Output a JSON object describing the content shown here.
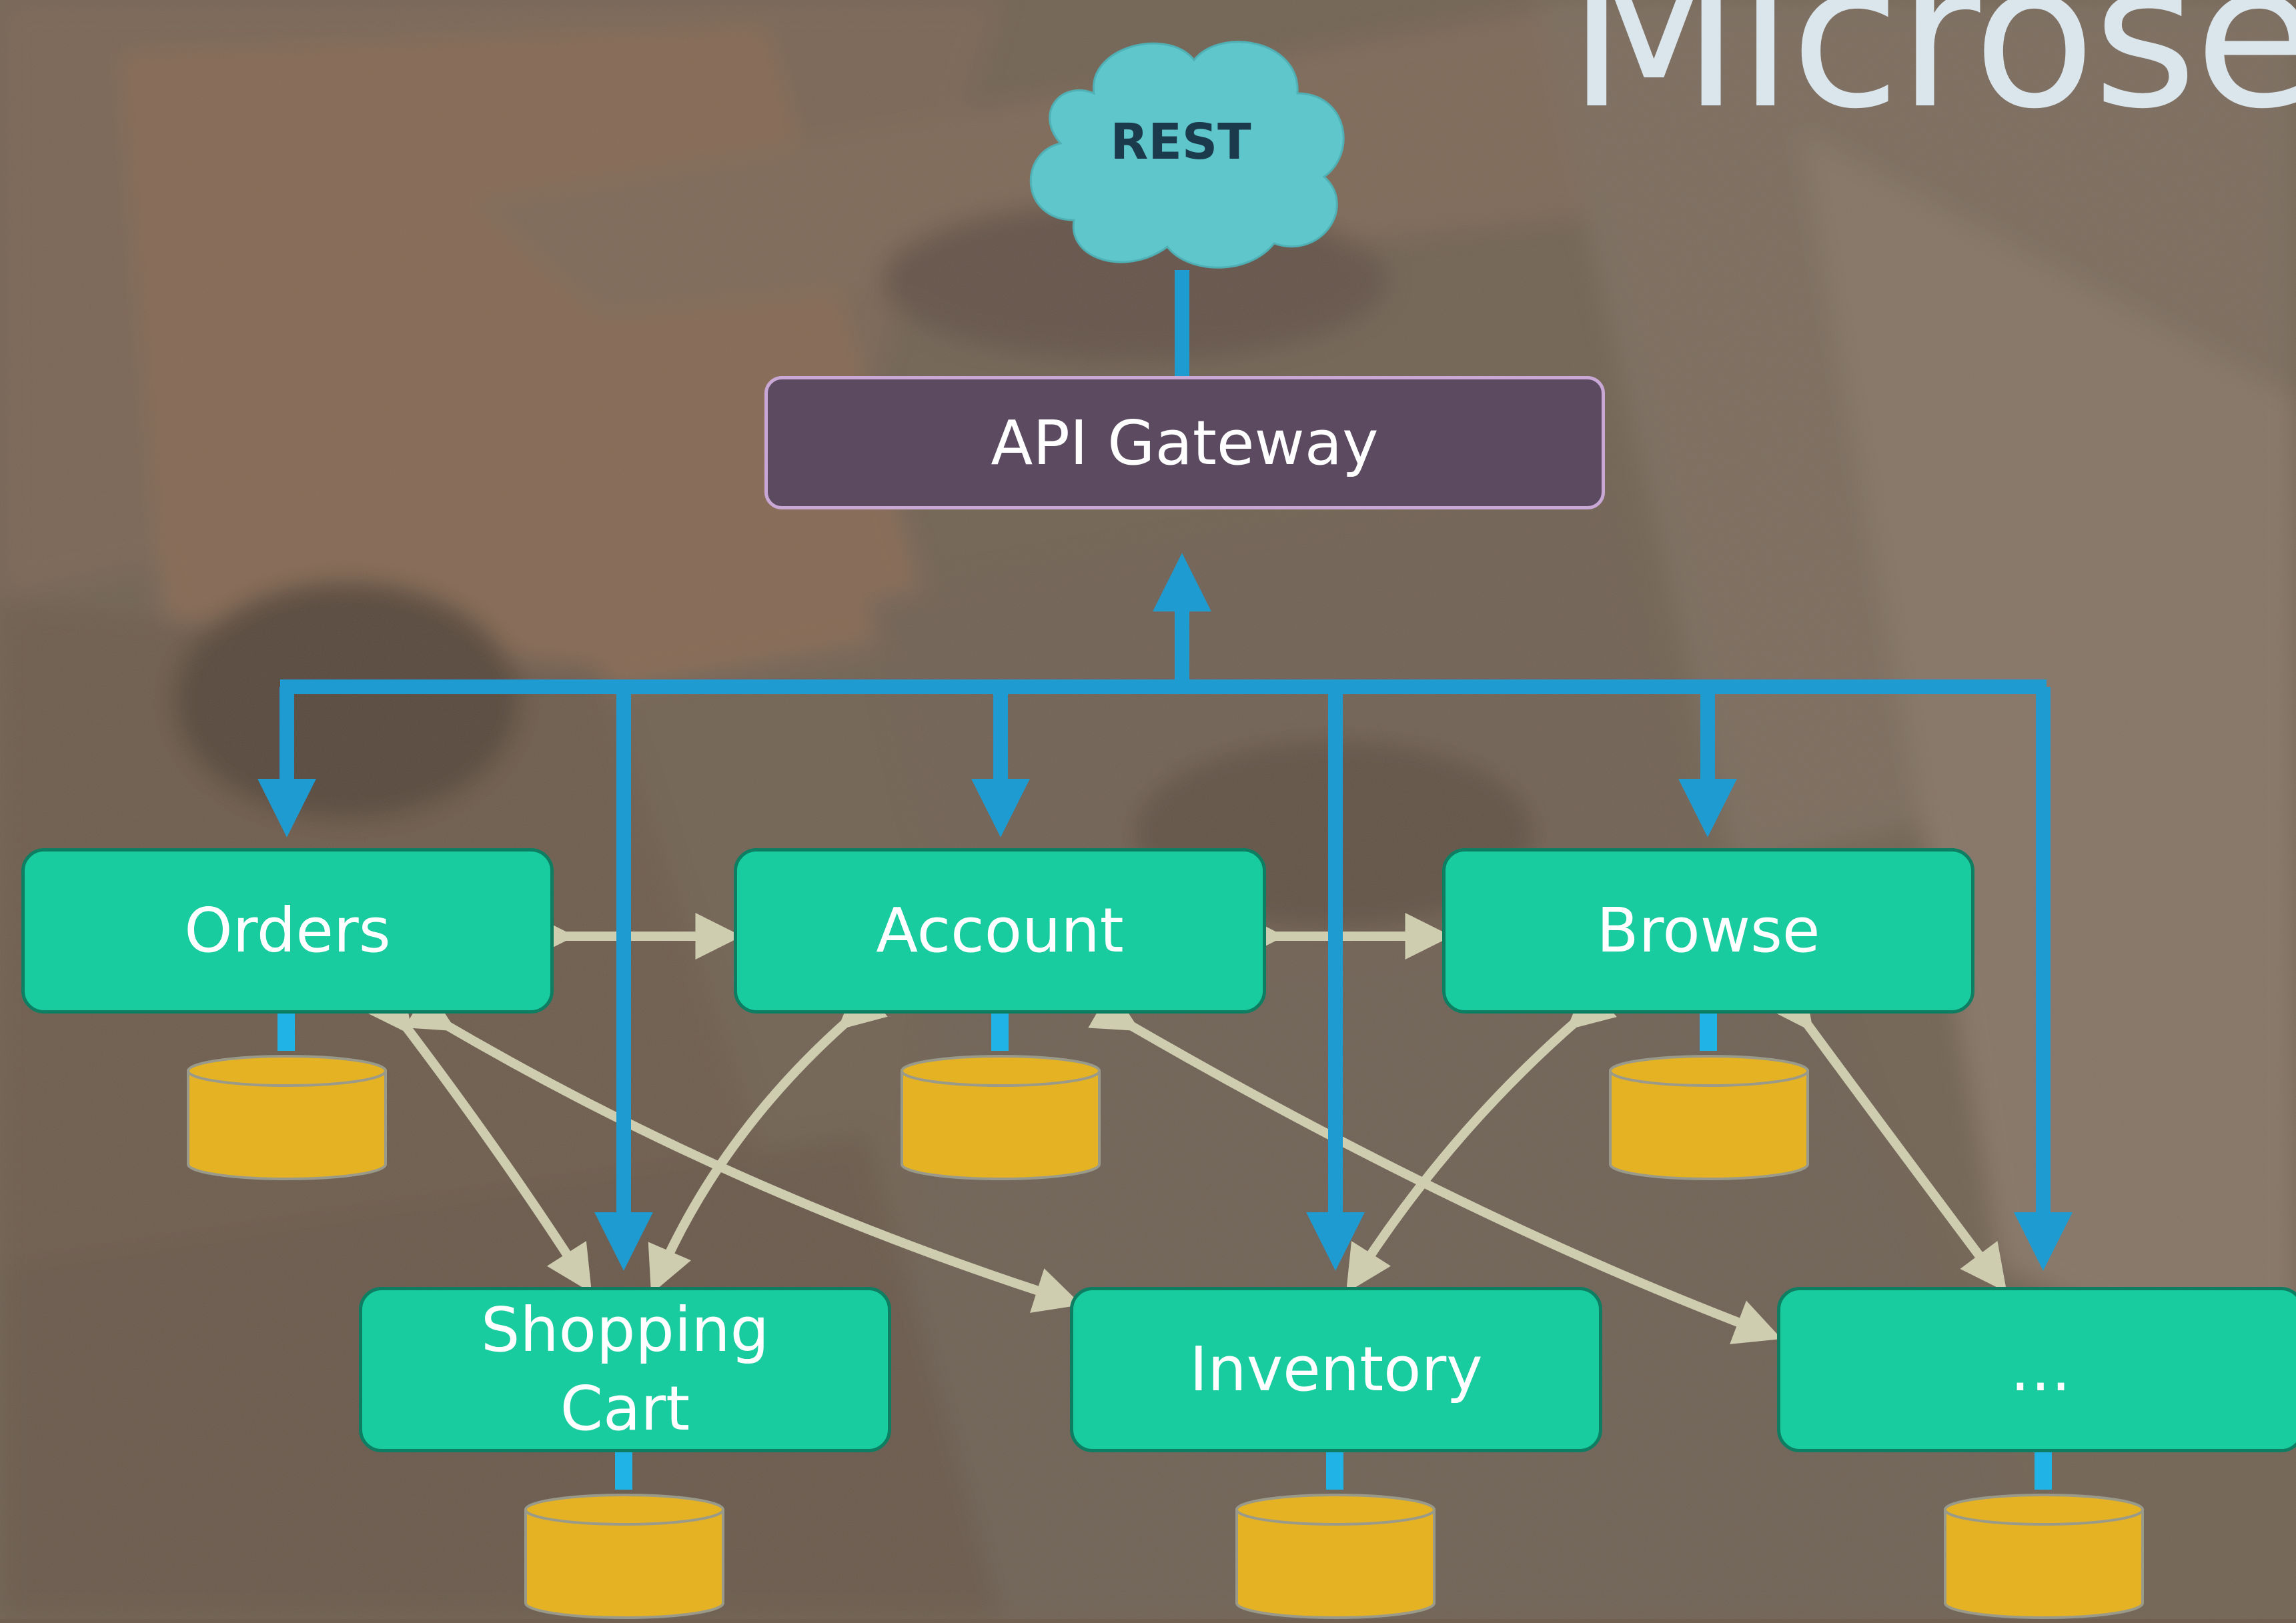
{
  "slide": {
    "title": "Microse"
  },
  "diagram": {
    "cloud_label": "REST",
    "gateway_label": "API Gateway",
    "services": [
      {
        "id": "orders",
        "label": "Orders"
      },
      {
        "id": "account",
        "label": "Account"
      },
      {
        "id": "browse",
        "label": "Browse"
      },
      {
        "id": "shopping-cart",
        "label": "Shopping\nCart"
      },
      {
        "id": "inventory",
        "label": "Inventory"
      },
      {
        "id": "more",
        "label": "…"
      }
    ],
    "colors": {
      "cloud": "#5fc6cb",
      "gateway_fill": "#5b4a60",
      "gateway_border": "#c9a8d6",
      "service_fill": "#19cc9f",
      "service_border": "#0e7e62",
      "database_fill": "#e5b224",
      "gateway_links": "#1e9bd1",
      "service_links": "#cfcdb0"
    }
  }
}
